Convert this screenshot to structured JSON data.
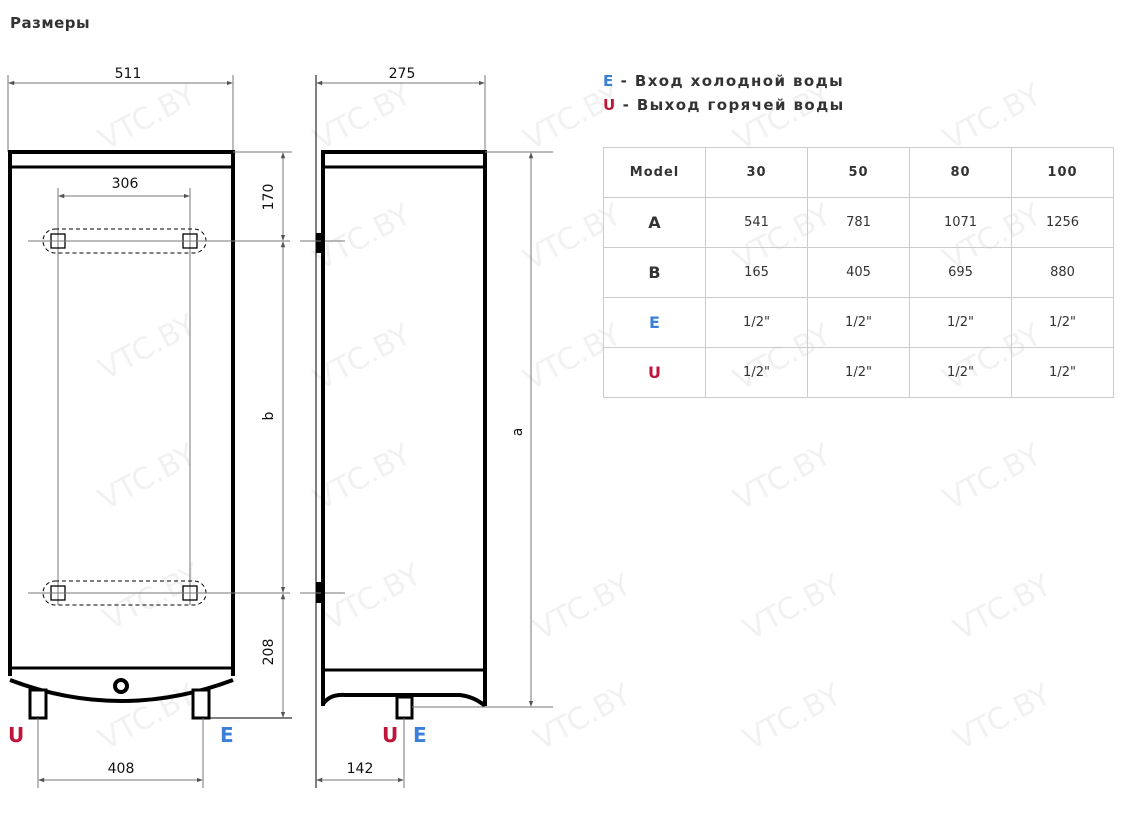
{
  "title": "Размеры",
  "colors": {
    "cold": "#3a7fd9",
    "hot": "#c0153a"
  },
  "watermark": "VTC.BY",
  "legend": [
    {
      "key": "E",
      "text": "- Вход холодной воды"
    },
    {
      "key": "U",
      "text": "- Выход горячей воды"
    }
  ],
  "front": {
    "width": "511",
    "mount_spacing": "306",
    "top_offset": "170",
    "b_label": "b",
    "bottom_offset": "208",
    "pipe_spacing": "408",
    "u": "U",
    "e": "E"
  },
  "side": {
    "depth": "275",
    "a_label": "a",
    "pipe_offset": "142",
    "u": "U",
    "e": "E"
  },
  "table": {
    "header": [
      "Model",
      "30",
      "50",
      "80",
      "100"
    ],
    "rows": [
      [
        "A",
        "541",
        "781",
        "1071",
        "1256"
      ],
      [
        "B",
        "165",
        "405",
        "695",
        "880"
      ],
      [
        "E",
        "1/2\"",
        "1/2\"",
        "1/2\"",
        "1/2\""
      ],
      [
        "U",
        "1/2\"",
        "1/2\"",
        "1/2\"",
        "1/2\""
      ]
    ]
  }
}
